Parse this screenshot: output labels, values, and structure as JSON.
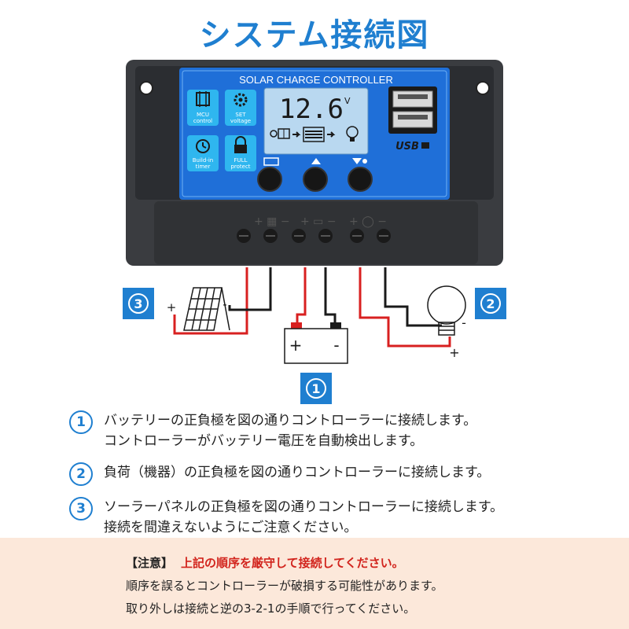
{
  "title": "システム接続図",
  "controller": {
    "header": "SOLAR CHARGE CONTROLLER",
    "display_value": "12.6",
    "display_unit": "V",
    "usb_label": "USB",
    "features": [
      {
        "icon": "chip-icon",
        "label_line1": "MCU",
        "label_line2": "control"
      },
      {
        "icon": "gear-icon",
        "label_line1": "SET",
        "label_line2": "voltage"
      },
      {
        "icon": "clock-icon",
        "label_line1": "Build-in",
        "label_line2": "timer"
      },
      {
        "icon": "lock-icon",
        "label_line1": "FULL",
        "label_line2": "protect"
      }
    ]
  },
  "badges": {
    "battery": "1",
    "load": "2",
    "solar": "3"
  },
  "terminal_signs": {
    "plus": "+",
    "minus": "-"
  },
  "steps": [
    {
      "num": "1",
      "line1": "バッテリーの正負極を図の通りコントローラーに接続します。",
      "line2": "コントローラーがバッテリー電圧を自動検出します。"
    },
    {
      "num": "2",
      "line1": "負荷（機器）の正負極を図の通りコントローラーに接続します。",
      "line2": ""
    },
    {
      "num": "3",
      "line1": "ソーラーパネルの正負極を図の通りコントローラーに接続します。",
      "line2": "接続を間違えないようにご注意ください。"
    }
  ],
  "note": {
    "heading": "【注意】",
    "warning": "上記の順序を厳守して接続してください。",
    "line2": "順序を誤るとコントローラーが破損する可能性があります。",
    "line3": "取り外しは接続と逆の3-2-1の手順で行ってください。"
  },
  "colors": {
    "accent": "#1f7fd0",
    "panel_blue": "#1f6fd8",
    "lcd": "#b9d8f0",
    "wire_red": "#d82020",
    "warning": "#d2241d"
  }
}
